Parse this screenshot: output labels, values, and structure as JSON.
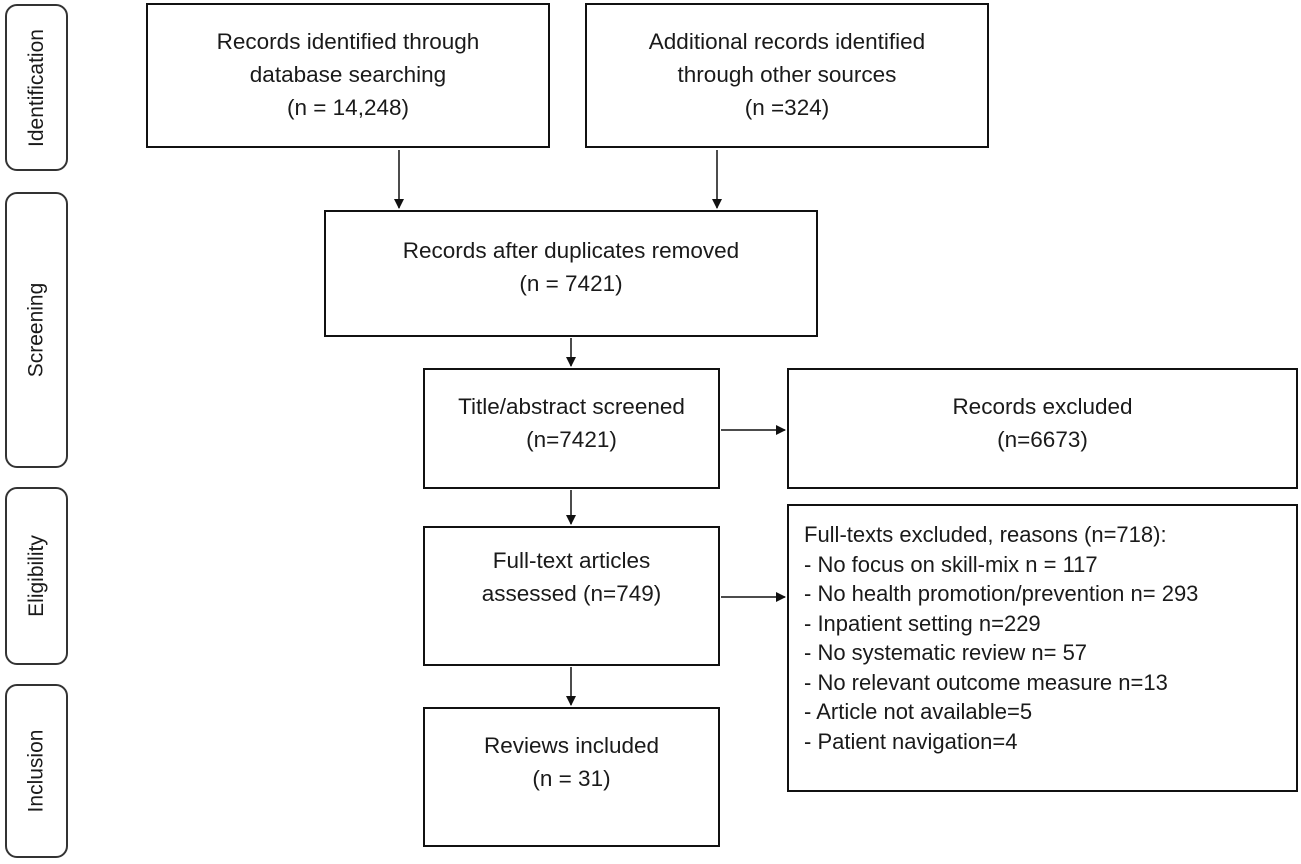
{
  "stages": {
    "identification": "Identification",
    "screening": "Screening",
    "eligibility": "Eligibility",
    "inclusion": "Inclusion"
  },
  "boxes": {
    "database": {
      "line1": "Records identified through",
      "line2": "database searching",
      "count": "(n = 14,248)"
    },
    "other": {
      "line1": "Additional records identified",
      "line2": "through other sources",
      "count": "(n =324)"
    },
    "duplicates": {
      "line1": "Records after duplicates removed",
      "count": "(n = 7421)"
    },
    "screened": {
      "line1": "Title/abstract screened",
      "count": "(n=7421)"
    },
    "excluded": {
      "line1": "Records excluded",
      "count": "(n=6673)"
    },
    "fulltext": {
      "line1": "Full-text articles",
      "line2": "assessed (n=749)"
    },
    "included": {
      "line1": "Reviews included",
      "count": "(n = 31)"
    }
  },
  "fulltext_excluded": {
    "header": "Full-texts excluded, reasons (n=718):",
    "reasons": [
      "- No focus on skill-mix n = 117",
      "- No health promotion/prevention n= 293",
      "- Inpatient setting n=229",
      "- No systematic review n= 57",
      "- No relevant outcome measure n=13",
      "- Article not available=5",
      "- Patient navigation=4"
    ]
  }
}
